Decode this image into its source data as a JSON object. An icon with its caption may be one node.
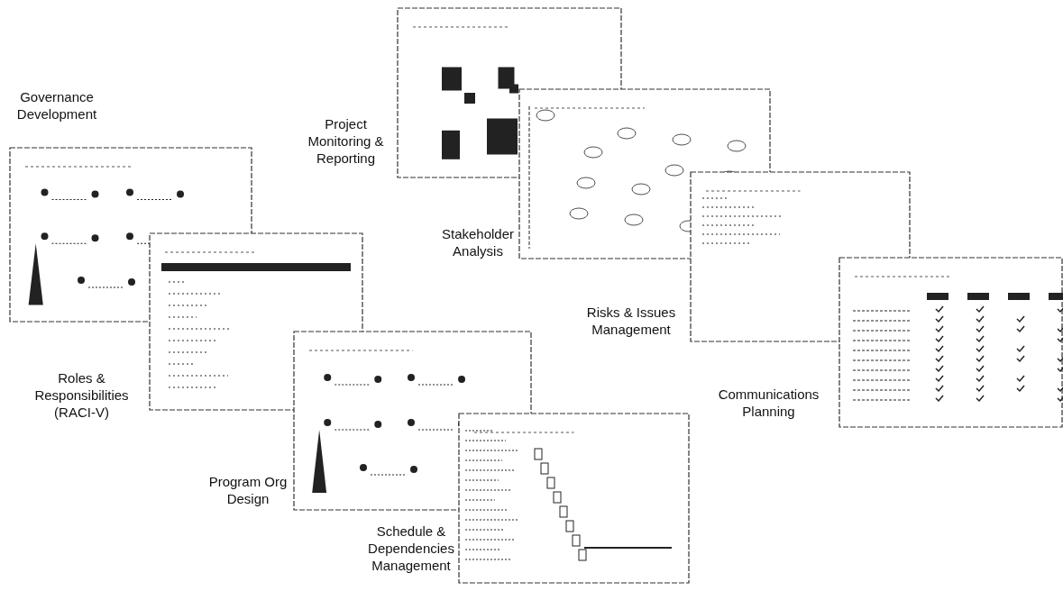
{
  "diagram": {
    "labels": [
      "Governance Development",
      "Project Monitoring & Reporting",
      "Stakeholder Analysis",
      "Risks & Issues Management",
      "Roles & Responsibilities (RACI-V)",
      "Communications Planning",
      "Program Org Design",
      "Schedule & Dependencies Management"
    ]
  }
}
